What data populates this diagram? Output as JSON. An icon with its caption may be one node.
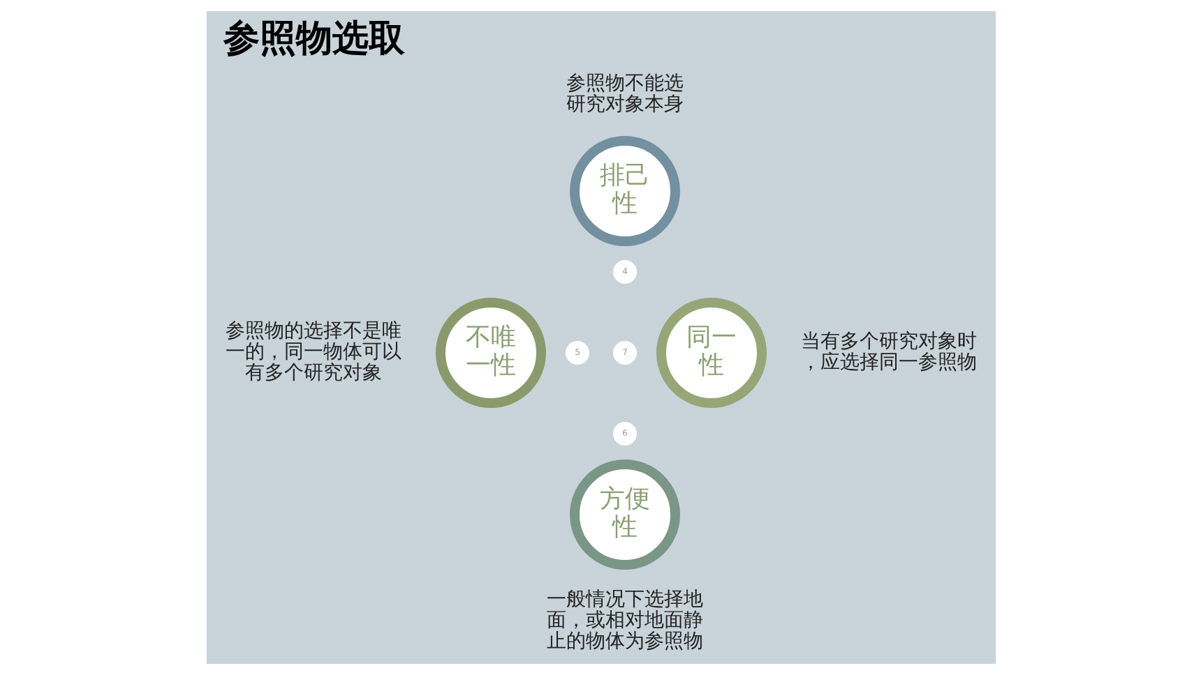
{
  "diagram": {
    "title": "参照物选取",
    "nodes": [
      {
        "text": [
          "排己性"
        ],
        "beside": [
          "参照物不能选研究对象本身"
        ]
      },
      {
        "text": [
          "4"
        ]
      },
      {
        "text": [
          "不唯一性"
        ],
        "beside": [
          "参照物的选择不是唯一的，同一物体可以有多个研究对象"
        ]
      },
      {
        "text": [
          "5"
        ]
      },
      {
        "text": [
          "7"
        ]
      },
      {
        "text": [
          "同一性"
        ],
        "beside": [
          "当有多个研究对象时，应选择同一参照物"
        ]
      },
      {
        "text": [
          "6"
        ]
      },
      {
        "text": [
          "方便性"
        ],
        "beside": [
          "一般情况下选择地面，或相对地面静止的物体为参照物"
        ]
      }
    ],
    "edges": []
  }
}
